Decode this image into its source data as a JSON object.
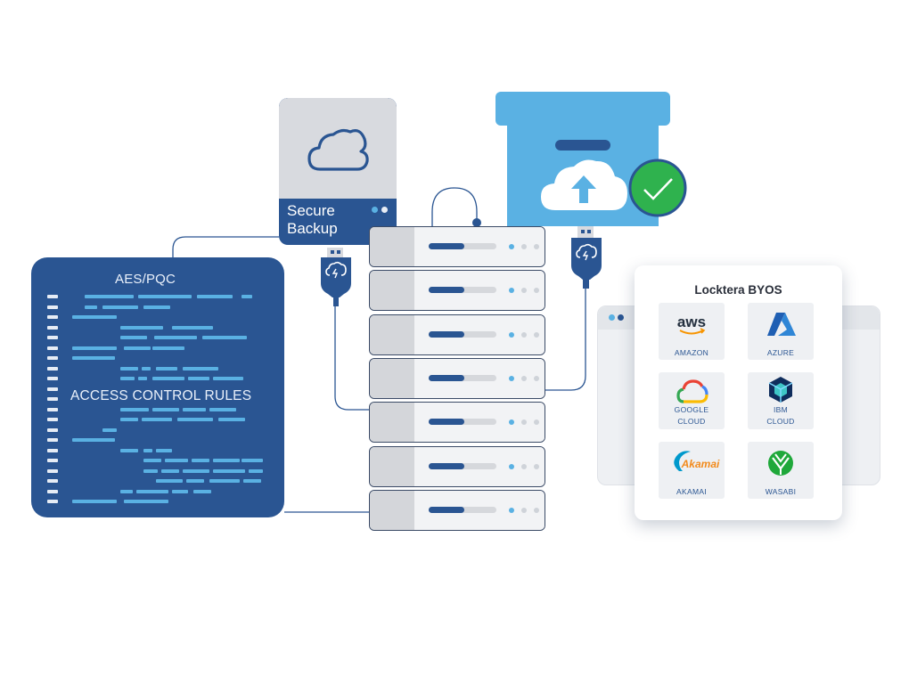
{
  "code_panel": {
    "title_top": "AES/PQC",
    "title_middle": "ACCESS CONTROL RULES"
  },
  "backup_device": {
    "label_line1": "Secure",
    "label_line2": "Backup",
    "icon": "cloud-icon"
  },
  "storage_box": {
    "icon": "cloud-upload-icon",
    "status_icon": "checkmark-icon"
  },
  "byos": {
    "title": "Locktera BYOS",
    "providers": [
      {
        "label": "AMAZON",
        "icon": "aws-logo"
      },
      {
        "label": "AZURE",
        "icon": "azure-logo"
      },
      {
        "label": "GOOGLE CLOUD",
        "icon": "google-cloud-logo"
      },
      {
        "label": "IBM CLOUD",
        "icon": "ibm-cloud-logo"
      },
      {
        "label": "AKAMAI",
        "icon": "akamai-logo"
      },
      {
        "label": "WASABI",
        "icon": "wasabi-logo"
      }
    ],
    "aws_wordmark": "aws",
    "akamai_wordmark": "Akamai"
  },
  "colors": {
    "navy": "#2a5592",
    "sky": "#5ab1e3",
    "green": "#2fb24e",
    "gray": "#d8dadf"
  }
}
